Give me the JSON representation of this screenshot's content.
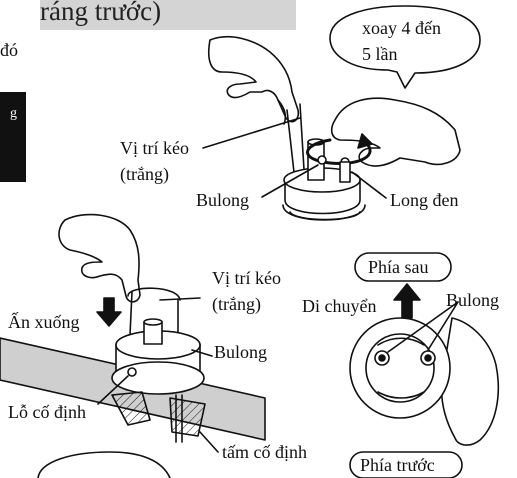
{
  "header": {
    "title_fragment": "ráng trước)"
  },
  "side": {
    "text_fragment": "đó",
    "black_bar_char": "g"
  },
  "callout": {
    "line1": "xoay 4 đến",
    "line2": "5 lần"
  },
  "top_figure": {
    "pull_position_line1": "Vị trí kéo",
    "pull_position_line2": "(trắng)",
    "bolt": "Bulong",
    "washer": "Long đen"
  },
  "middle_figure": {
    "pull_position_line1": "Vị trí kéo",
    "pull_position_line2": "(trắng)",
    "press_down": "Ấn xuống",
    "bolt": "Bulong",
    "fixing_hole": "Lỗ cố định",
    "fixing_plate": "tấm cố định"
  },
  "right_figure": {
    "back_side": "Phía sau",
    "move": "Di chuyển",
    "bolt": "Bulong",
    "front_side": "Phía trước"
  }
}
